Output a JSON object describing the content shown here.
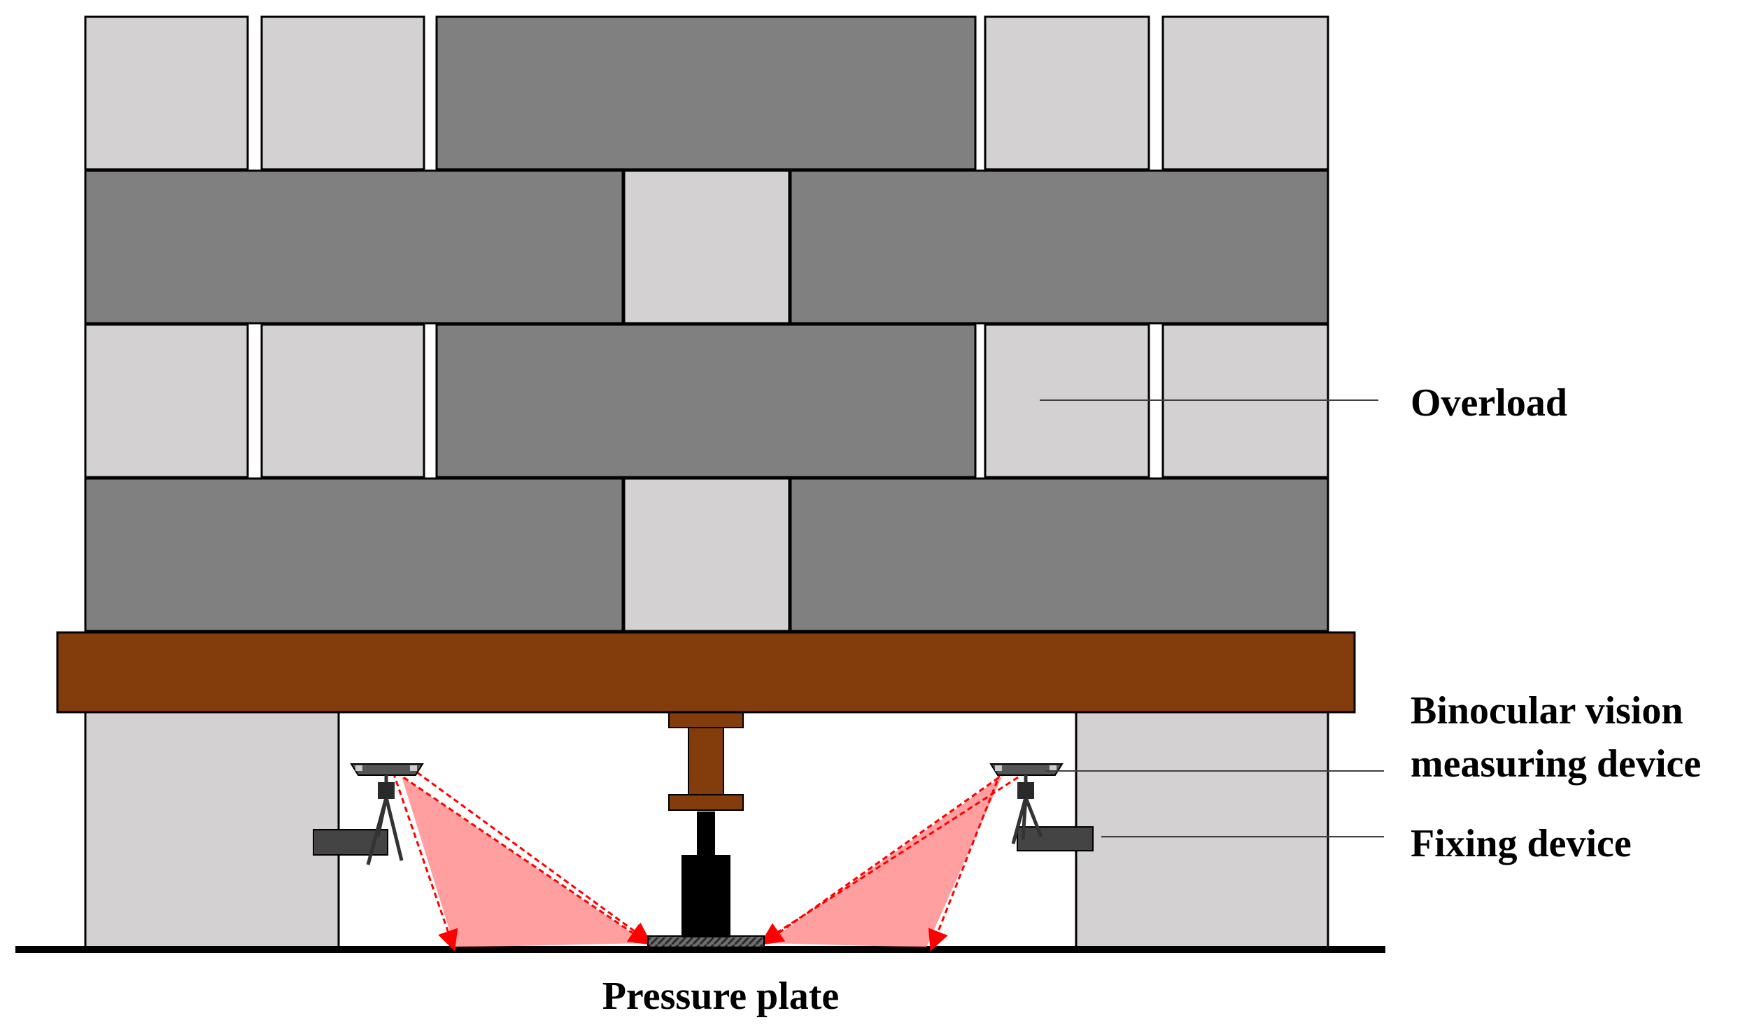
{
  "labels": {
    "overload": "Overload",
    "binocular_line1": "Binocular vision",
    "binocular_line2": "measuring device",
    "fixing": "Fixing device",
    "pressure_plate": "Pressure plate"
  },
  "colors": {
    "light_block": "#d3d1d2",
    "dark_block": "#808080",
    "beam": "#833c0c",
    "jack": "#000000",
    "light_cone": "#ff7f7f",
    "ray": "#ff0000",
    "stroke": "#000000",
    "leader_line": "#404040"
  }
}
